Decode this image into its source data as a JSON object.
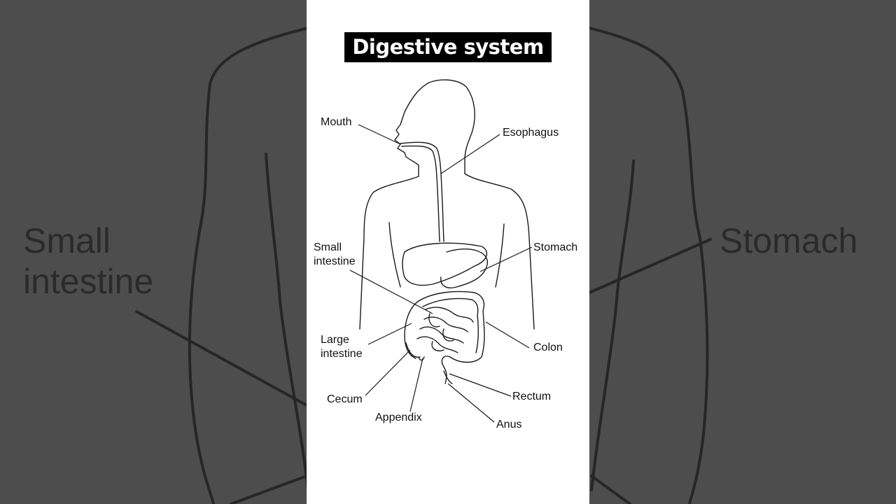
{
  "title": "Digestive system",
  "background": {
    "left_label_line1": "Small",
    "left_label_line2": "intestine",
    "right_label": "Stomach"
  },
  "labels": {
    "mouth": "Mouth",
    "esophagus": "Esophagus",
    "small_intestine_line1": "Small",
    "small_intestine_line2": "intestine",
    "stomach": "Stomach",
    "large_intestine_line1": "Large",
    "large_intestine_line2": "intestine",
    "colon": "Colon",
    "cecum": "Cecum",
    "rectum": "Rectum",
    "appendix": "Appendix",
    "anus": "Anus"
  },
  "colors": {
    "backdrop": "#4d4d4d",
    "card": "#ffffff",
    "title_bg": "#000000",
    "title_text": "#ffffff",
    "ink": "#111111"
  }
}
